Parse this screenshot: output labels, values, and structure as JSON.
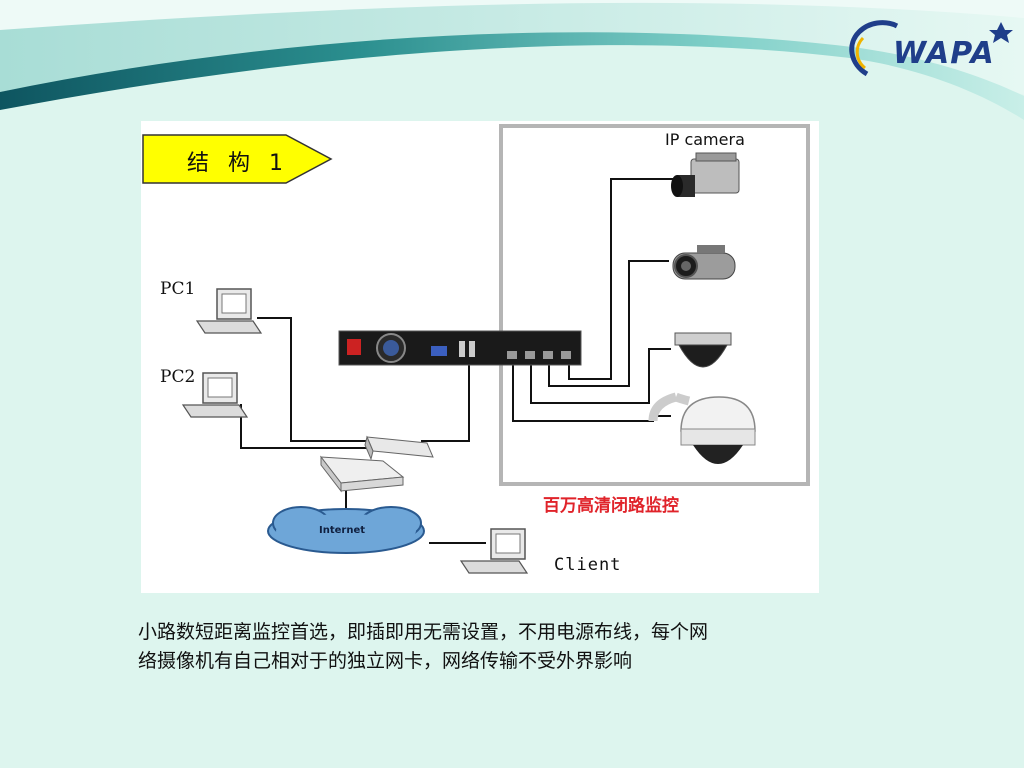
{
  "logo": {
    "text": "WAPA",
    "color": "#1f3e8a"
  },
  "diagram": {
    "structure_label": "结 构 1",
    "pc1_label": "PC1",
    "pc2_label": "PC2",
    "client_label": "Client",
    "internet_label": "Internet",
    "ip_camera_label": "IP camera",
    "cctv_label": "百万高清闭路监控",
    "colors": {
      "tag_fill": "#ffff00",
      "cctv_text": "#e0232a",
      "cloud": "#6ea6d8",
      "frame": "#b5b5b5"
    }
  },
  "caption": {
    "line1": "小路数短距离监控首选，即插即用无需设置，不用电源布线，每个网",
    "line2": "络摄像机有自己相对于的独立网卡，网络传输不受外界影响"
  }
}
